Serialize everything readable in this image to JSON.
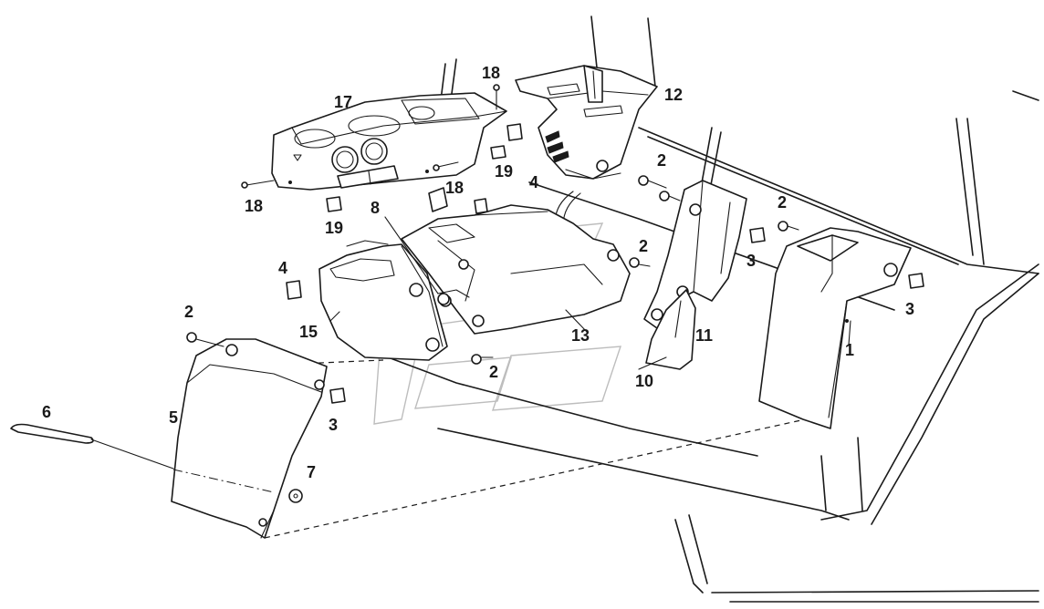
{
  "diagram": {
    "callouts": [
      {
        "id": "c1",
        "text": "1"
      },
      {
        "id": "c2a",
        "text": "2"
      },
      {
        "id": "c2b",
        "text": "2"
      },
      {
        "id": "c2c",
        "text": "2"
      },
      {
        "id": "c2d",
        "text": "2"
      },
      {
        "id": "c2e",
        "text": "2"
      },
      {
        "id": "c3a",
        "text": "3"
      },
      {
        "id": "c3b",
        "text": "3"
      },
      {
        "id": "c3c",
        "text": "3"
      },
      {
        "id": "c4a",
        "text": "4"
      },
      {
        "id": "c4b",
        "text": "4"
      },
      {
        "id": "c5",
        "text": "5"
      },
      {
        "id": "c6",
        "text": "6"
      },
      {
        "id": "c7",
        "text": "7"
      },
      {
        "id": "c8",
        "text": "8"
      },
      {
        "id": "c10",
        "text": "10"
      },
      {
        "id": "c11",
        "text": "11"
      },
      {
        "id": "c12",
        "text": "12"
      },
      {
        "id": "c13",
        "text": "13"
      },
      {
        "id": "c15",
        "text": "15"
      },
      {
        "id": "c17",
        "text": "17"
      },
      {
        "id": "c18a",
        "text": "18"
      },
      {
        "id": "c18b",
        "text": "18"
      },
      {
        "id": "c18c",
        "text": "18"
      },
      {
        "id": "c19a",
        "text": "19"
      },
      {
        "id": "c19b",
        "text": "19"
      }
    ]
  }
}
